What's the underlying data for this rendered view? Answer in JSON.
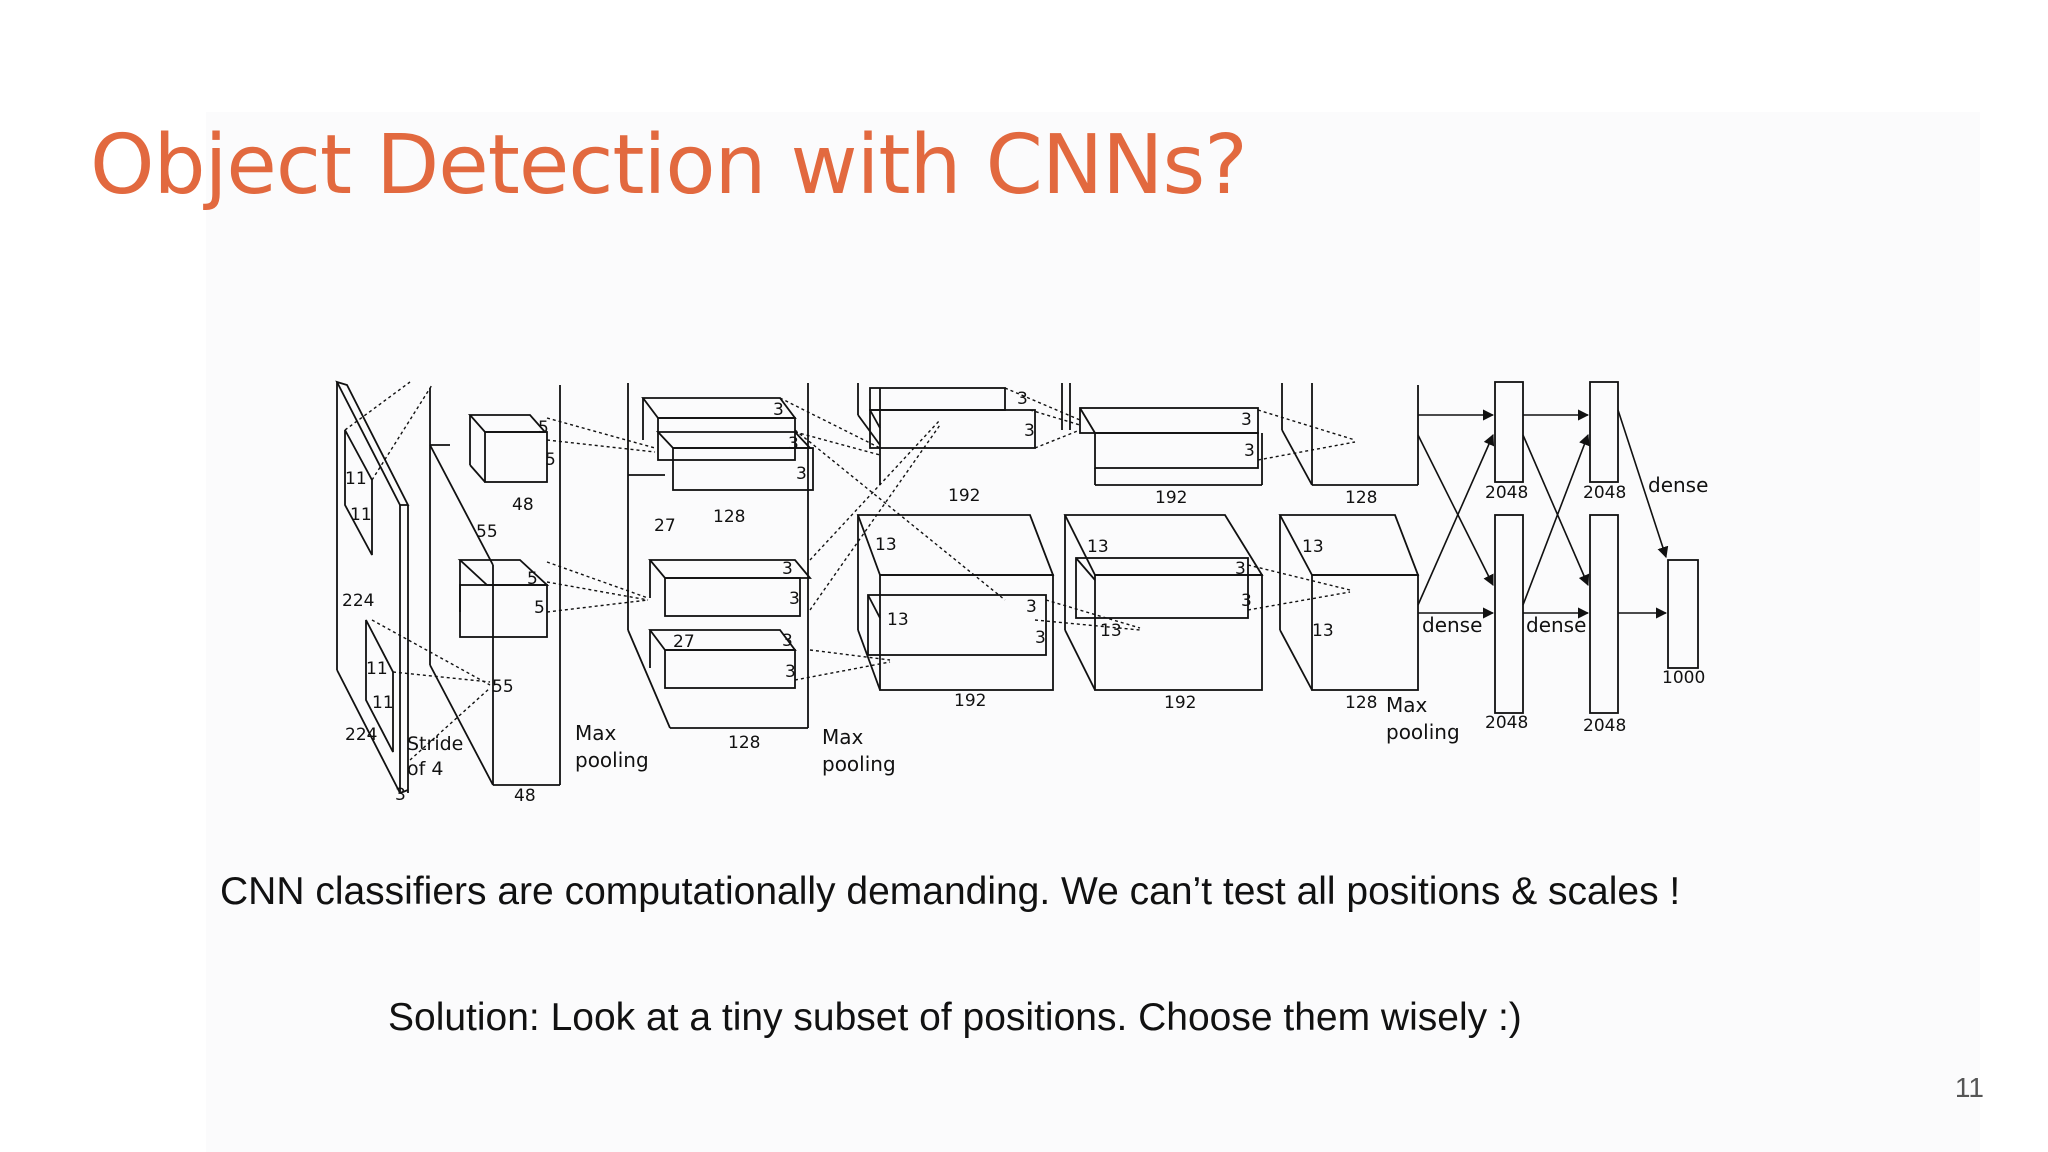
{
  "slide": {
    "title": "Object Detection with CNNs?",
    "line1": "CNN classifiers are computationally demanding. We can’t test all positions & scales !",
    "line2": "Solution: Look at a tiny subset of positions. Choose them wisely :)",
    "page_number": "11",
    "title_color": "#e2693f"
  },
  "diagram": {
    "dim_224": "224",
    "dim_3": "3",
    "stride": "Stride",
    "of4": "of 4",
    "k11": "11",
    "dim_55": "55",
    "dim_48": "48",
    "k5": "5",
    "dim_27": "27",
    "dim_128": "128",
    "k3": "3",
    "dim_13": "13",
    "dim_192": "192",
    "dim_2048": "2048",
    "dim_1000": "1000",
    "max": "Max",
    "pooling": "pooling",
    "dense": "dense"
  }
}
